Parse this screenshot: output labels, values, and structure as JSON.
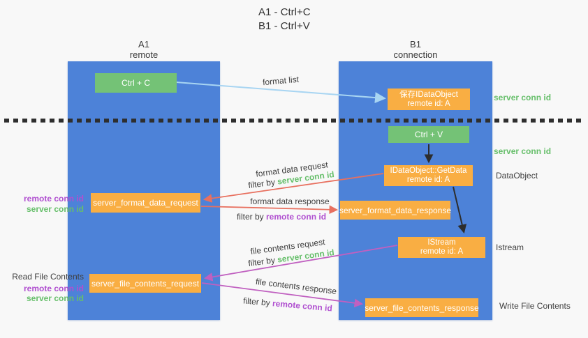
{
  "colors": {
    "background": "#f8f8f8",
    "column-blue": "#4d82d8",
    "box-green": "#74c276",
    "box-orange": "#f9ae43",
    "green-text": "#67bf6b",
    "purple-text": "#b050d0",
    "arrow-red": "#e8705f",
    "arrow-magenta": "#c060c0",
    "arrow-blue": "#a8d5f2",
    "arrow-black": "#2d2d2d",
    "dark-text": "#3f3f3f"
  },
  "title": {
    "line1": "A1 - Ctrl+C",
    "line2": "B1 - Ctrl+V"
  },
  "columns": {
    "a": {
      "name": "A1",
      "subtitle": "remote"
    },
    "b": {
      "name": "B1",
      "subtitle": "connection"
    }
  },
  "nodes": {
    "ctrl_c": {
      "label": "Ctrl + C"
    },
    "save_dataobject": {
      "line1": "保存IDataObject",
      "line2": "remote id: A"
    },
    "ctrl_v": {
      "label": "Ctrl + V"
    },
    "getdata": {
      "line1": "IDataObject::GetData",
      "line2": "remote id: A"
    },
    "format_request": {
      "label": "server_format_data_request"
    },
    "format_response": {
      "label": "server_format_data_response"
    },
    "istream": {
      "line1": "IStream",
      "line2": "remote id: A"
    },
    "file_request": {
      "label": "server_file_contents_request"
    },
    "file_response": {
      "label": "server_file_contents_response"
    }
  },
  "arrow_labels": {
    "format_list": "format list",
    "format_data_request": "format data request",
    "format_data_response": "format data response",
    "file_contents_request": "file contents request",
    "file_contents_response": "file contents response",
    "filter_by": "filter by",
    "server_conn_id": "server conn id",
    "remote_conn_id": "remote conn id"
  },
  "side_labels": {
    "server_conn_id_top": "server conn id",
    "server_conn_id_mid": "server conn id",
    "dataobject": "DataObject",
    "istream": "Istream",
    "write_file_contents": "Write File Contents",
    "read_file_contents": "Read File Contents",
    "remote_conn_id": "remote conn id",
    "server_conn_id": "server conn id"
  }
}
